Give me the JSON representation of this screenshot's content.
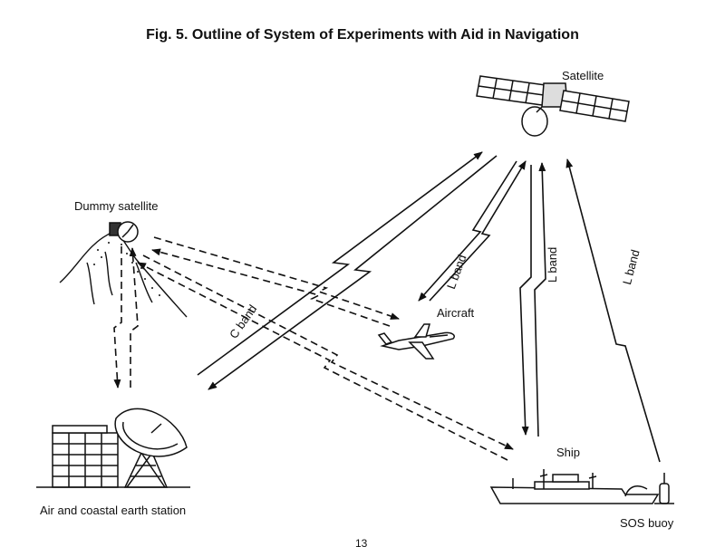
{
  "title": "Fig. 5.   Outline of System of Experiments with Aid in Navigation",
  "nodes": {
    "satellite": "Satellite",
    "dummy_satellite": "Dummy satellite",
    "aircraft": "Aircraft",
    "ship": "Ship",
    "sos_buoy": "SOS buoy",
    "earth_station": "Air and coastal earth station"
  },
  "links": {
    "c_band": "C band",
    "l_band_aircraft": "L band",
    "l_band_ship": "L band",
    "l_band_buoy": "L band"
  },
  "footer_text": "13"
}
